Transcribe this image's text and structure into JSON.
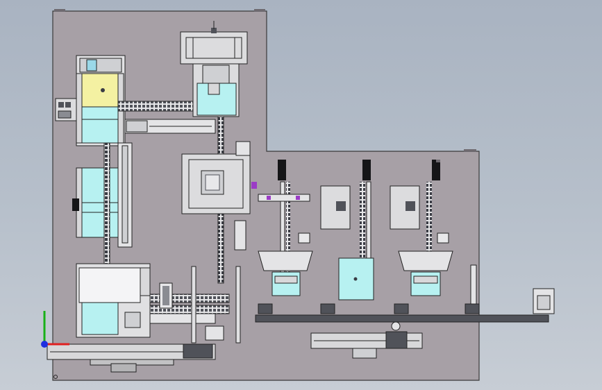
{
  "colors": {
    "plate": "#a7a0a6",
    "plate_stroke": "#3a3a3a",
    "cyan": "#b7f1f1",
    "yellow": "#f4f1a2",
    "frame": "#d8d8da",
    "dark": "#505259",
    "black": "#151517",
    "blue": "#26306b",
    "purple": "#9b3cc6",
    "axis_x": "#e02020",
    "axis_y": "#18b018",
    "axis_z": "#2030e0"
  },
  "view": {
    "triad": [
      "axis-x",
      "axis-y",
      "axis-z"
    ],
    "icons": [
      "gripper-icon",
      "motor-icon",
      "cylinder-icon"
    ]
  }
}
